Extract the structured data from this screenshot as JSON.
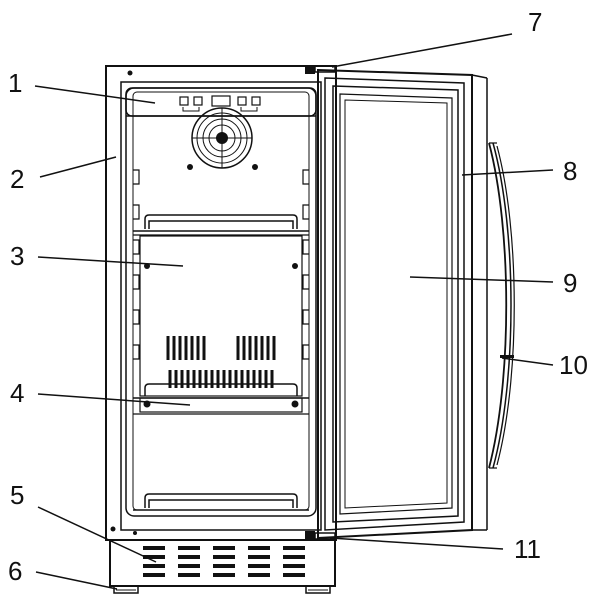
{
  "figure": {
    "callouts": [
      {
        "id": "1",
        "label": "1"
      },
      {
        "id": "2",
        "label": "2"
      },
      {
        "id": "3",
        "label": "3"
      },
      {
        "id": "4",
        "label": "4"
      },
      {
        "id": "5",
        "label": "5"
      },
      {
        "id": "6",
        "label": "6"
      },
      {
        "id": "7",
        "label": "7"
      },
      {
        "id": "8",
        "label": "8"
      },
      {
        "id": "9",
        "label": "9"
      },
      {
        "id": "10",
        "label": "10"
      },
      {
        "id": "11",
        "label": "11"
      }
    ],
    "colors": {
      "ink": "#111111",
      "background": "#ffffff"
    }
  }
}
